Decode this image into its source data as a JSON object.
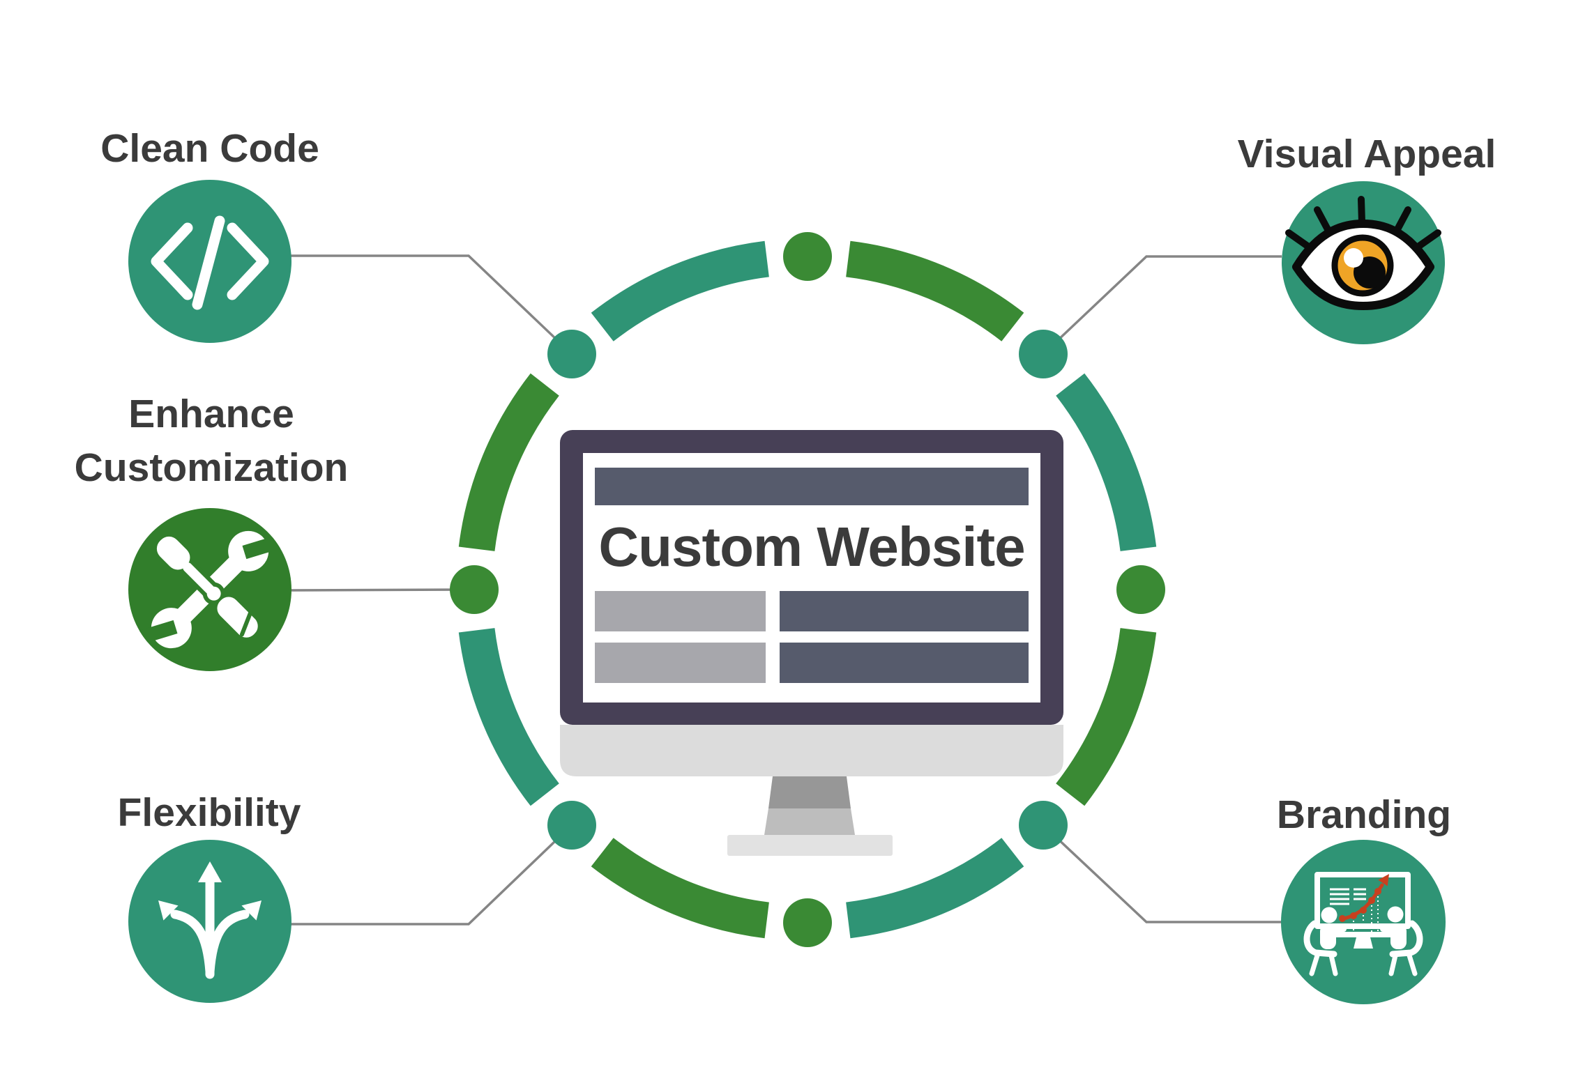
{
  "diagram_title": "Custom Website infographic",
  "center": {
    "title": "Custom Website",
    "illustration": "desktop-monitor"
  },
  "features": [
    {
      "id": "clean-code",
      "label": "Clean Code",
      "icon": "code-brackets-icon",
      "circle_color": "teal"
    },
    {
      "id": "enhance-customization",
      "label_line1": "Enhance",
      "label_line2": "Customization",
      "icon": "wrench-screwdriver-icon",
      "circle_color": "green"
    },
    {
      "id": "flexibility",
      "label": "Flexibility",
      "icon": "branching-arrows-icon",
      "circle_color": "teal"
    },
    {
      "id": "visual-appeal",
      "label": "Visual Appeal",
      "icon": "eye-icon",
      "circle_color": "teal"
    },
    {
      "id": "branding",
      "label": "Branding",
      "icon": "presentation-meeting-icon",
      "circle_color": "teal"
    }
  ],
  "ring": {
    "segments": 8,
    "dot_colors_clockwise_from_top": [
      "green",
      "teal",
      "green",
      "teal",
      "green",
      "teal",
      "green",
      "teal"
    ],
    "arc_colors_clockwise_from_top": [
      "green",
      "teal",
      "green",
      "teal",
      "green",
      "teal",
      "green",
      "teal"
    ]
  },
  "colors": {
    "teal": "#2F9475",
    "green": "#3A8A34",
    "tools_green": "#317E2B",
    "frame": "#474056",
    "slate": "#565B6C",
    "light_block": "#A7A7AC",
    "chin": "#DCDCDC",
    "neck_dark": "#979797",
    "neck_light": "#BDBDBD",
    "base": "#E2E2E2",
    "connector": "#858585",
    "text": "#3B3B3B",
    "iris_orange": "#EFA426",
    "chart_red": "#C8401F"
  }
}
